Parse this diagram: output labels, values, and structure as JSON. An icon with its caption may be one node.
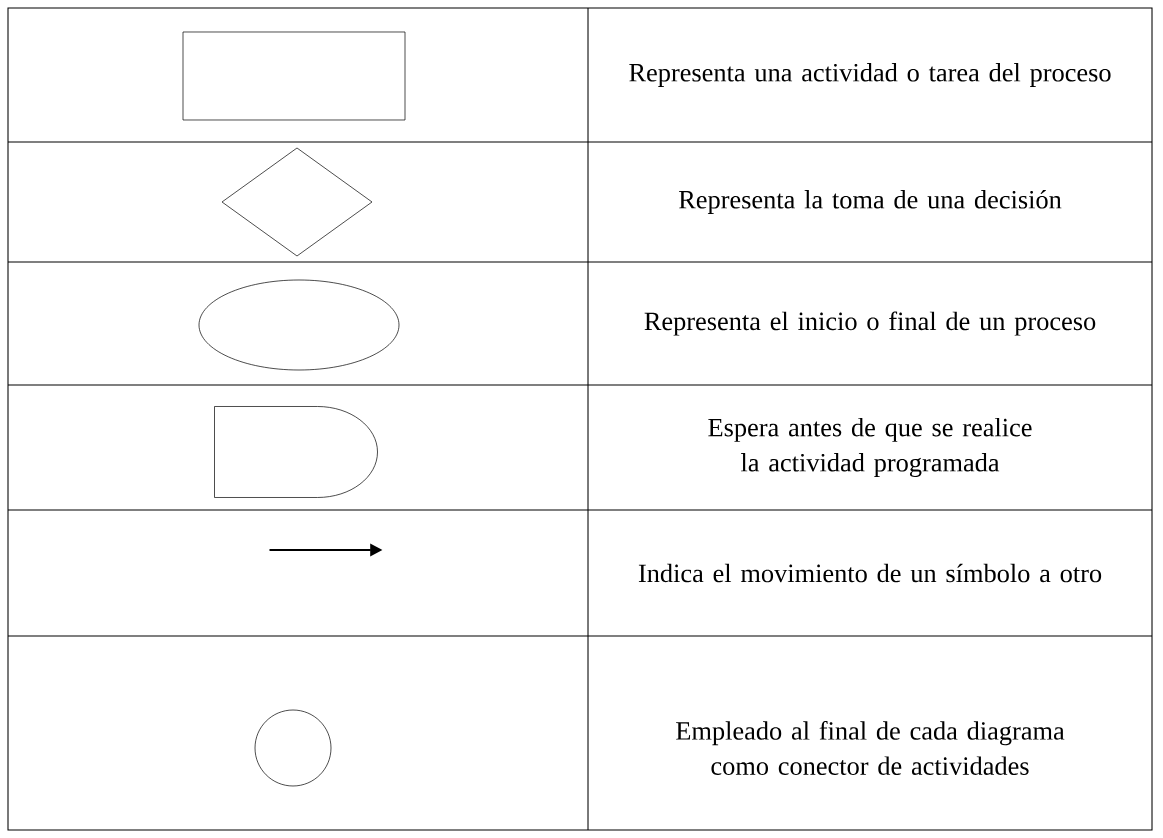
{
  "diagram": {
    "nodes": [
      {
        "text": [],
        "shape": "box"
      },
      {
        "text": [],
        "shape": "diamond"
      },
      {
        "text": [],
        "shape": "ellipse"
      },
      {
        "text": [],
        "shape": "delay"
      },
      {
        "text": [],
        "shape": "arrow"
      },
      {
        "text": [],
        "shape": "circle"
      }
    ],
    "labels": [
      "Representa una actividad o tarea del proceso",
      "Representa la toma de una decisión",
      "Representa el inicio o final de un proceso",
      "Espera antes de que se realice la actividad programada",
      "Indica el movimiento de un símbolo a otro",
      "Empleado al final de cada diagrama como conector de actividades"
    ]
  }
}
